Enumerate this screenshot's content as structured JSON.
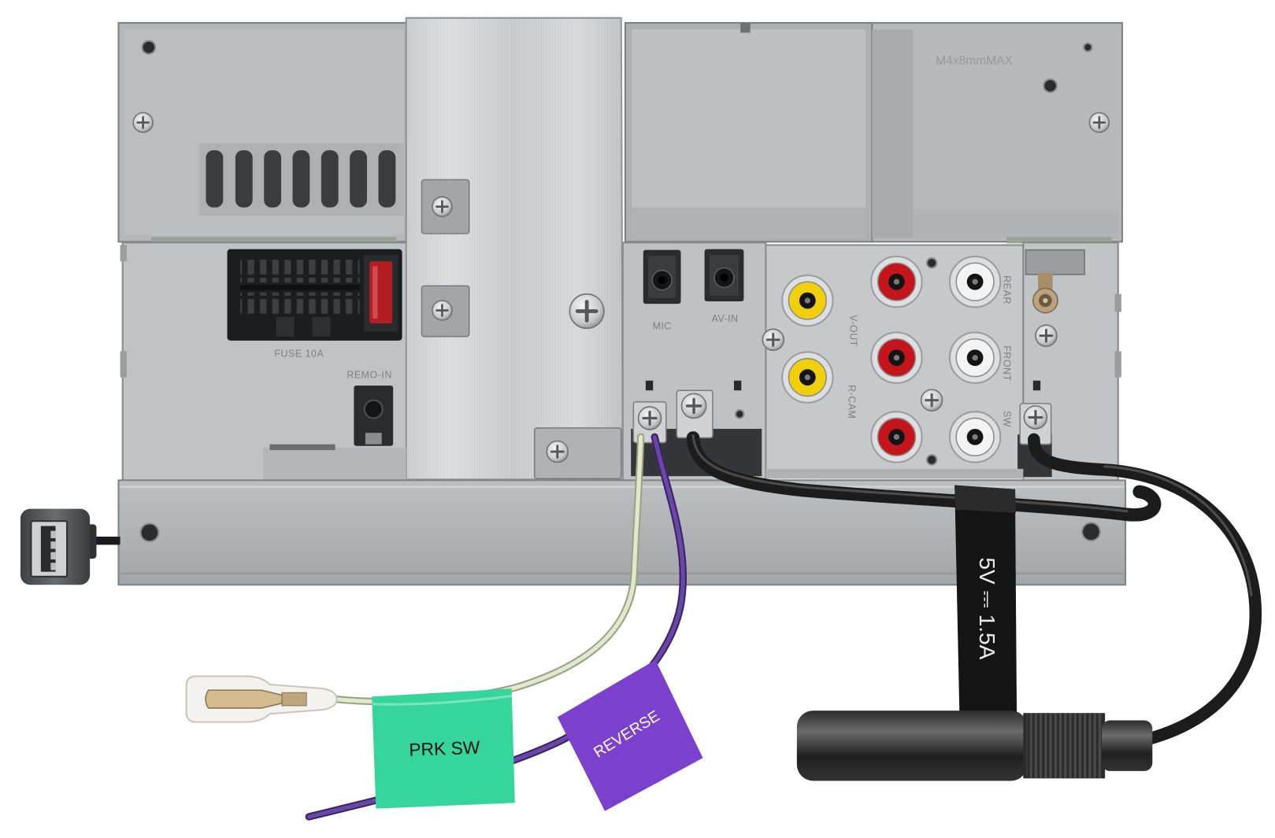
{
  "labels": {
    "prk_sw": "PRK SW",
    "reverse": "REVERSE",
    "power_rating": "5V ⎓ 1.5A"
  },
  "embossed": {
    "screw_spec": "M4x8mmMAX",
    "fuse": "FUSE 10A",
    "remote_in": "REMO-IN",
    "mic": "MIC",
    "av_in": "AV-IN",
    "video_out": "V-OUT",
    "rear_camera": "R-CAM",
    "rear": "REAR",
    "front": "FRONT",
    "subwoofer": "SW"
  },
  "colors": {
    "prk_sw_tape": "#36d59c",
    "reverse_tape": "#7b40cc",
    "power_tape": "#141414",
    "video_jack": "#f1cf0b",
    "right_channel_jack": "#c4151c",
    "left_channel_jack": "#f3f3f3",
    "fuse": "#b51d24"
  }
}
